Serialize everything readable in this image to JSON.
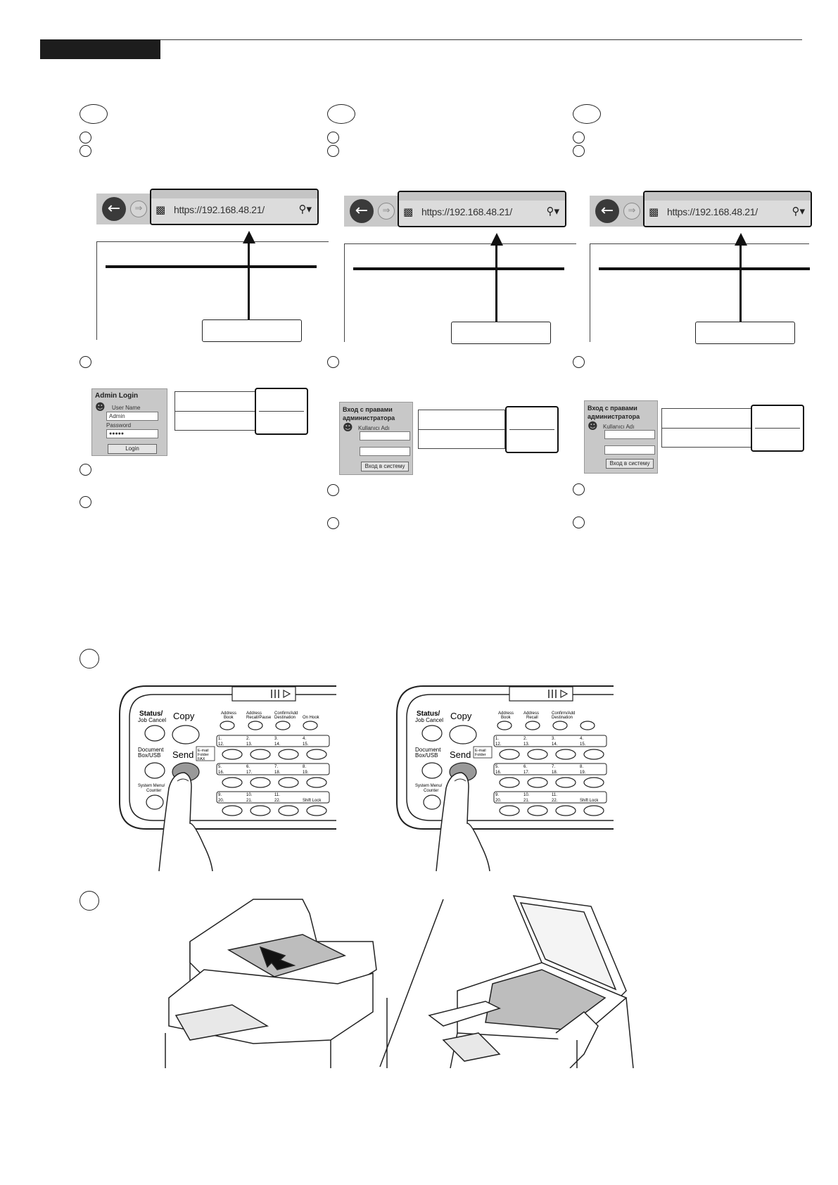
{
  "browser": {
    "url": "https://192.168.48.21/"
  },
  "login_en": {
    "title": "Admin Login",
    "user_label": "User Name",
    "user_value": "Admin",
    "password_label": "Password",
    "password_value": "●●●●●",
    "button": "Login"
  },
  "login_ru": {
    "title_line1": "Вход с правами",
    "title_line2": "администратора",
    "user_label": "Kullanıcı Adı",
    "button": "Вход в систему"
  },
  "control_panel": {
    "status_label": "Status/",
    "status_label2": "Job Cancel",
    "copy_label": "Copy",
    "document_label": "Document",
    "document_label2": "Box/USB",
    "send_label": "Send",
    "email_tag": "E-mail",
    "folder_tag": "Folder",
    "fax_tag": "FAX",
    "system_label": "System Menu/",
    "system_label2": "Counter",
    "address_book": "Address\nBook",
    "address_recall_pause": "Address\nRecall/Pause",
    "address_recall": "Address\nRecall",
    "confirm_add": "Confirm/Add\nDestination",
    "on_hook": "On Hook",
    "shift_lock": "Shift Lock",
    "row1_top": [
      "1.",
      "2.",
      "3.",
      "4."
    ],
    "row1_bottom": [
      "12.",
      "13.",
      "14.",
      "15."
    ],
    "row2_top": [
      "5.",
      "6.",
      "7.",
      "8."
    ],
    "row2_bottom": [
      "16.",
      "17.",
      "18.",
      "19."
    ],
    "row3_top": [
      "9.",
      "10.",
      "11."
    ],
    "row3_bottom": [
      "20.",
      "21.",
      "22."
    ]
  }
}
